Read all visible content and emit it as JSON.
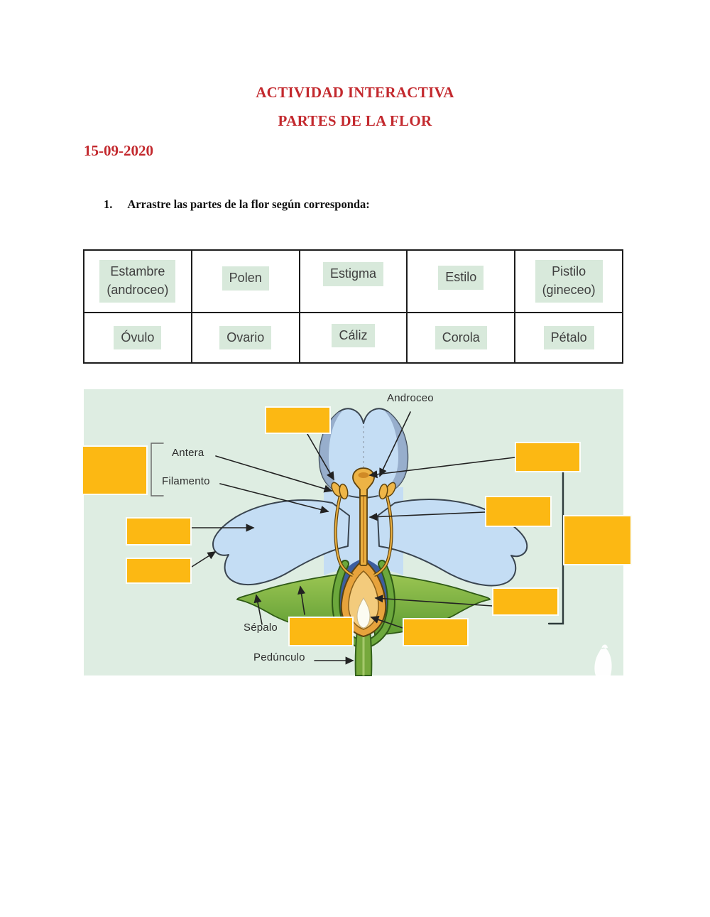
{
  "header": {
    "title_line1": "ACTIVIDAD INTERACTIVA",
    "title_line2": "PARTES DE LA FLOR",
    "date": "15-09-2020"
  },
  "task": {
    "number": "1.",
    "instruction": "Arrastre las partes de la flor según corresponda:"
  },
  "word_bank": {
    "rows": [
      {
        "cells": [
          "Estambre\n(androceo)",
          "Polen",
          "Estigma",
          "Estilo",
          "Pistilo\n(gineceo)"
        ]
      },
      {
        "cells": [
          "Óvulo",
          "Ovario",
          "Cáliz",
          "Corola",
          "Pétalo"
        ]
      }
    ]
  },
  "diagram": {
    "labels": {
      "androceo": "Androceo",
      "antera": "Antera",
      "filamento": "Filamento",
      "sepalo": "Sépalo",
      "pedunculo": "Pedúnculo"
    },
    "drop_slot_count": 10
  },
  "colors": {
    "title_red": "#C3292E",
    "slot_orange": "#FCB813",
    "diagram_background": "#DEEDE2",
    "chip_green": "#D8E9DB"
  }
}
